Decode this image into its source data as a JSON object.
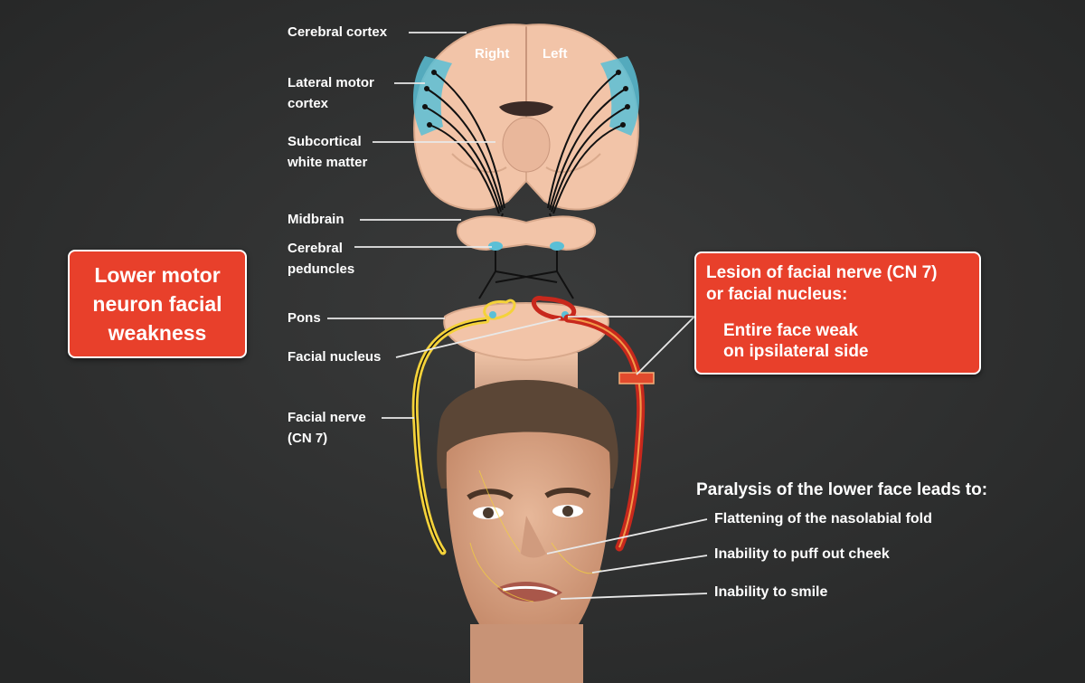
{
  "labels": {
    "cerebral_cortex": "Cerebral cortex",
    "lateral_motor_cortex_1": "Lateral motor",
    "lateral_motor_cortex_2": "cortex",
    "subcortical_1": "Subcortical",
    "subcortical_2": "white matter",
    "midbrain": "Midbrain",
    "cerebral_peduncles_1": "Cerebral",
    "cerebral_peduncles_2": "peduncles",
    "pons": "Pons",
    "facial_nucleus": "Facial nucleus",
    "facial_nerve_1": "Facial nerve",
    "facial_nerve_2": "(CN 7)"
  },
  "brain": {
    "right": "Right",
    "left": "Left"
  },
  "left_box": {
    "line1": "Lower motor",
    "line2": "neuron facial",
    "line3": "weakness"
  },
  "right_box": {
    "line1": "Lesion of facial nerve (CN 7)",
    "line2": "or facial nucleus:",
    "line3": "Entire face weak",
    "line4": "on ipsilateral side"
  },
  "paralysis": {
    "heading": "Paralysis of the lower face leads to:",
    "items": [
      "Flattening of the nasolabial fold",
      "Inability to puff out cheek",
      "Inability to smile"
    ]
  },
  "colors": {
    "background": "#2f3030",
    "callout": "#e8402b",
    "brain_tissue": "#f2c4a8",
    "motor_cortex": "#5bbfd6",
    "nerve_yellow": "#f4d23a",
    "nerve_red": "#c8281c"
  }
}
